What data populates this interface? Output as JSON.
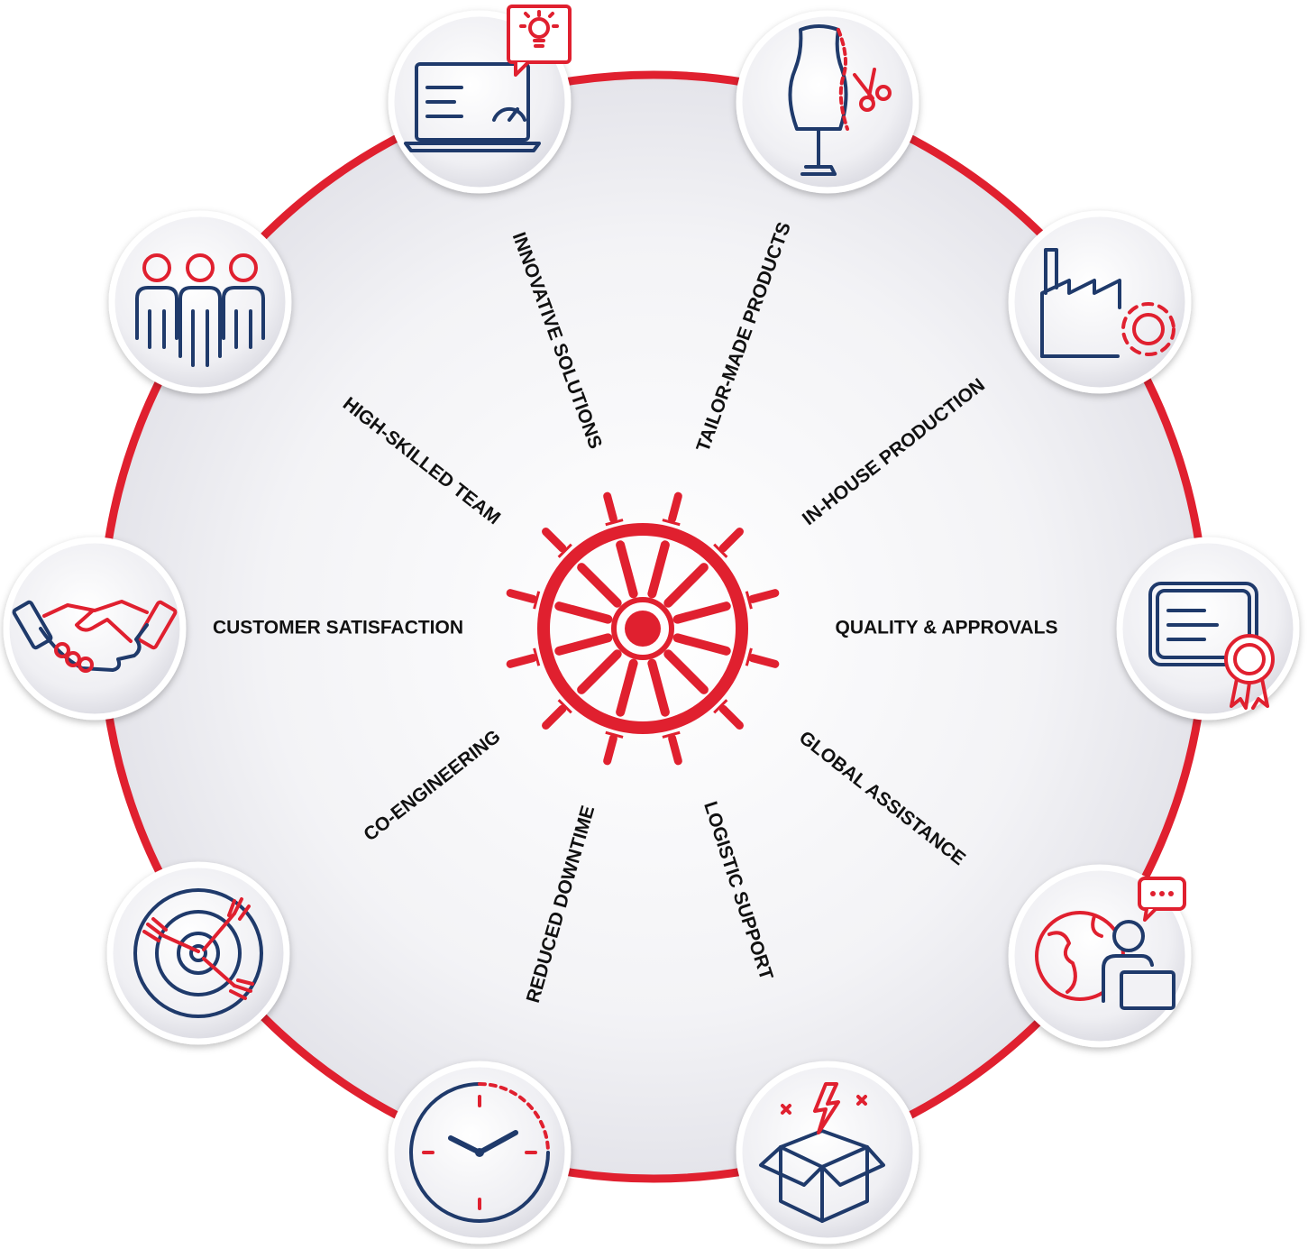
{
  "colors": {
    "accent_red": "#e0202f",
    "icon_blue": "#1f3a6b",
    "disc_fill": "#f1f1f4",
    "ring": "#e0202f"
  },
  "labels": {
    "innovative_solutions": "INNOVATIVE SOLUTIONS",
    "tailor_made_products": "TAILOR-MADE PRODUCTS",
    "in_house_production": "IN-HOUSE PRODUCTION",
    "quality_approvals": "QUALITY & APPROVALS",
    "global_assistance": "GLOBAL ASSISTANCE",
    "logistic_support": "LOGISTIC SUPPORT",
    "reduced_downtime": "REDUCED DOWNTIME",
    "co_engineering": "CO-ENGINEERING",
    "customer_satisfaction": "CUSTOMER SATISFACTION",
    "high_skilled_team": "HIGH-SKILLED TEAM"
  },
  "icons": {
    "innovative_solutions": "laptop-lightbulb-icon",
    "tailor_made_products": "tailor-mannequin-icon",
    "in_house_production": "factory-gear-icon",
    "quality_approvals": "certificate-icon",
    "global_assistance": "globe-support-icon",
    "logistic_support": "open-box-icon",
    "reduced_downtime": "clock-icon",
    "co_engineering": "target-arrows-icon",
    "customer_satisfaction": "handshake-icon",
    "high_skilled_team": "team-icon"
  }
}
